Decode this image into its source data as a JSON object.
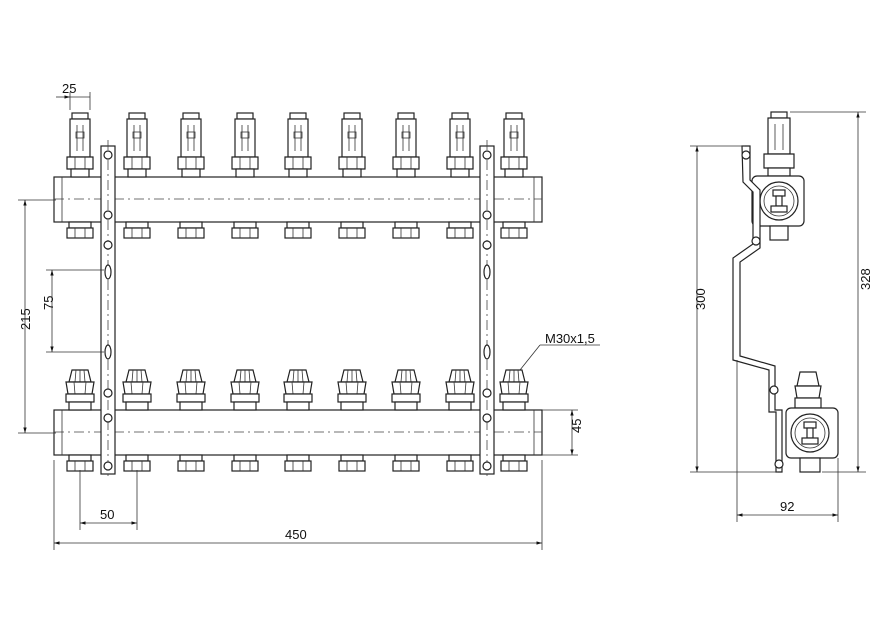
{
  "front_view": {
    "outlets_count": 9,
    "dims": {
      "top_pitch_label": "25",
      "left_total_label": "215",
      "left_inner_label": "75",
      "thread_label": "M30x1,5",
      "bar_height_label": "45",
      "outlet_pitch_label": "50",
      "overall_width_label": "450"
    }
  },
  "side_view": {
    "dims": {
      "height_label": "300",
      "total_height_label": "328",
      "depth_label": "92"
    }
  }
}
